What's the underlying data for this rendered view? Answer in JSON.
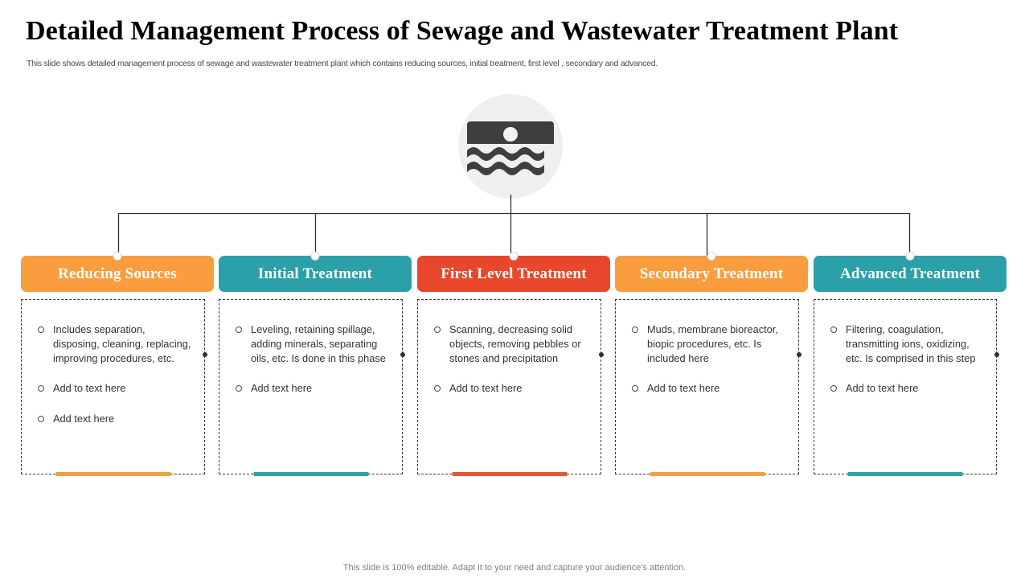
{
  "slide": {
    "title": "Detailed Management Process of Sewage and Wastewater Treatment Plant",
    "subtitle": "This slide shows detailed management process of sewage and wastewater treatment plant which contains reducing sources, initial treatment, first level , secondary and advanced.",
    "footer": "This slide is 100% editable. Adapt it to your need and capture your audience's attention.",
    "center_icon": "water-waves-sunset-icon"
  },
  "colors": {
    "orange": "#F99D3E",
    "teal": "#2BA0A8",
    "red": "#E8472B",
    "accent_orange_bar": "#ECA33F",
    "accent_teal_bar": "#2EA0A8",
    "accent_red_bar": "#E4563A",
    "icon_circle_bg": "#EFEFEF",
    "icon_fill": "#3E3E3E",
    "connector_line": "#2F2F2F",
    "dashed_border": "#3A3A3A"
  },
  "columns": [
    {
      "header": "Reducing Sources",
      "header_color": "#F99D3E",
      "bar_color": "#ECA33F",
      "bullets": [
        "Includes  separation, disposing, cleaning, replacing, improving procedures, etc.",
        "Add to text here",
        "Add text here"
      ]
    },
    {
      "header": "Initial Treatment",
      "header_color": "#2BA0A8",
      "bar_color": "#2EA0A8",
      "bullets": [
        "Leveling, retaining spillage, adding minerals, separating oils, etc. Is done in this phase",
        "Add text here"
      ]
    },
    {
      "header": "First Level Treatment",
      "header_color": "#E8472B",
      "bar_color": "#E4563A",
      "bullets": [
        "Scanning, decreasing solid objects, removing pebbles or stones and precipitation",
        "Add to text here"
      ]
    },
    {
      "header": "Secondary Treatment",
      "header_color": "#F99D3E",
      "bar_color": "#ECA33F",
      "bullets": [
        "Muds, membrane bioreactor, biopic procedures, etc. Is included here",
        "Add to text here"
      ]
    },
    {
      "header": "Advanced Treatment",
      "header_color": "#2BA0A8",
      "bar_color": "#2EA0A8",
      "bullets": [
        "Filtering, coagulation, transmitting ions, oxidizing, etc. Is comprised in this step",
        "Add to text here"
      ]
    }
  ]
}
